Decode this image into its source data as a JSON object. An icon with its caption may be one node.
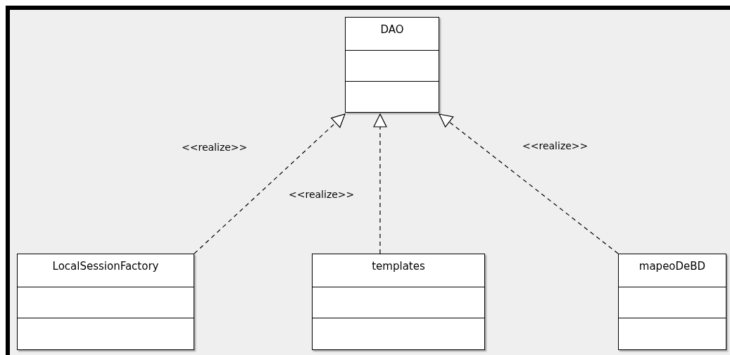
{
  "diagram": {
    "nodes": [
      {
        "text": [
          "DAO"
        ]
      },
      {
        "text": [
          "LocalSessionFactory"
        ]
      },
      {
        "text": [
          "templates"
        ]
      },
      {
        "text": [
          "mapeoDeBD"
        ]
      }
    ],
    "edges": [
      {
        "from": 1,
        "to": 0,
        "arrow": "to",
        "style": "dashed",
        "label": "<<realize>>"
      },
      {
        "from": 2,
        "to": 0,
        "arrow": "to",
        "style": "dashed",
        "label": "<<realize>>"
      },
      {
        "from": 3,
        "to": 0,
        "arrow": "to",
        "style": "dashed",
        "label": "<<realize>>"
      }
    ]
  }
}
